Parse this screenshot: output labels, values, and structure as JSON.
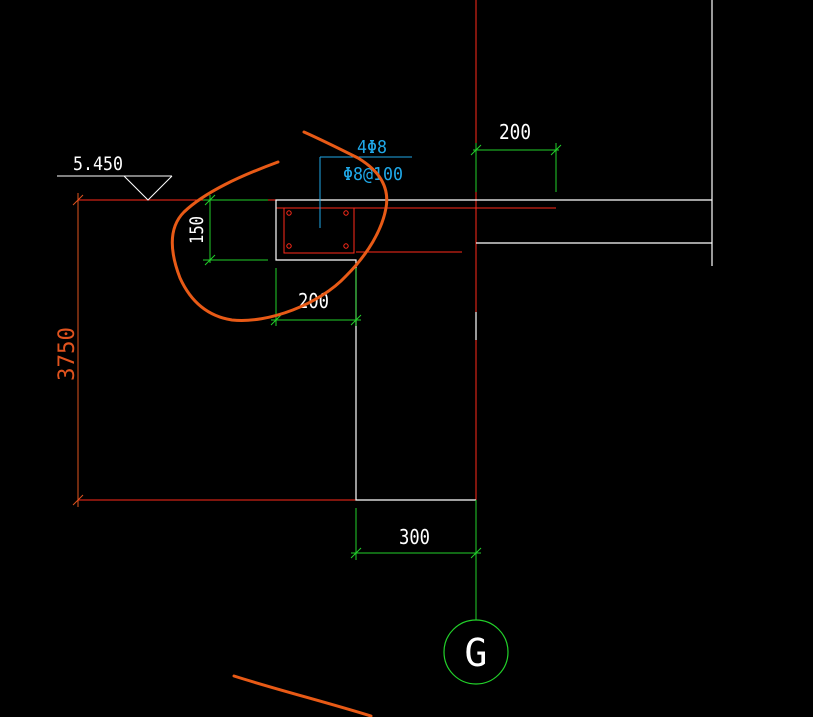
{
  "drawing": {
    "elevation_label": "5.450",
    "height_dimension": "3750",
    "wall_offset_dimension": "200",
    "beam_thickness_dimension": "150",
    "beam_width_dimension": "200",
    "column_width_dimension": "300",
    "rebar_main": "4Φ8",
    "rebar_stirrup": "Φ8@100",
    "grid_label": "G"
  },
  "colors": {
    "background": "#000000",
    "outline": "#ffffff",
    "axis_red": "#ff2a1a",
    "elevation_dim": "#e0531e",
    "dimension": "#22d12a",
    "rebar_annotation": "#1fa8e8",
    "markup": "#e85a16"
  }
}
